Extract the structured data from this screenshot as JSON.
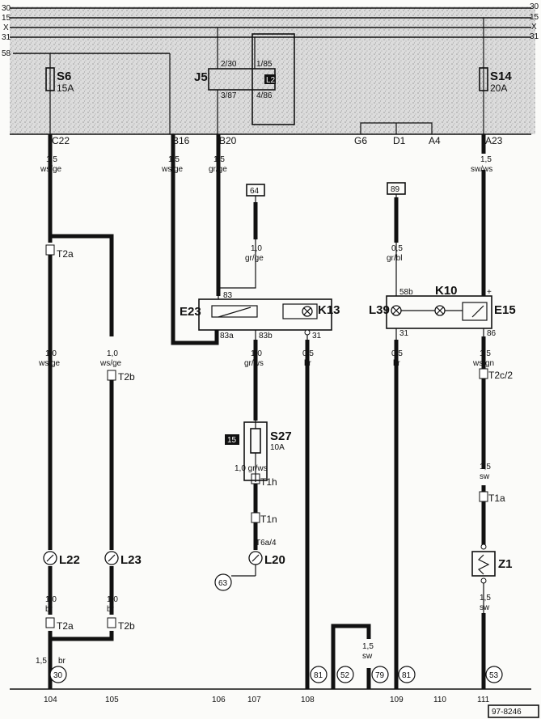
{
  "rails": [
    {
      "label": "30"
    },
    {
      "label": "15"
    },
    {
      "label": "X"
    },
    {
      "label": "31"
    },
    {
      "label": "58"
    }
  ],
  "fuses": {
    "s6": {
      "name": "S6",
      "rating": "15A"
    },
    "s14": {
      "name": "S14",
      "rating": "20A"
    },
    "s27": {
      "name": "S27",
      "rating": "10A",
      "ref": "15"
    }
  },
  "relay": {
    "name": "J5",
    "pins": [
      "2/30",
      "1/85",
      "3/87",
      "4/86"
    ],
    "tag": "L2"
  },
  "connectors": {
    "c22": "C22",
    "b16": "B16",
    "b20": "B20",
    "g6": "G6",
    "d1": "D1",
    "a4": "A4",
    "a23": "A23",
    "t2a": "T2a",
    "t2b": "T2b",
    "t2c2": "T2c/2",
    "t1h": "T1h",
    "t1n": "T1n",
    "t6a4": "T6a/4",
    "t1a": "T1a"
  },
  "wires": {
    "w1": "1,5",
    "w1c": "ws/ge",
    "w2": "1,5",
    "w2c": "ws/ge",
    "w3": "1,5",
    "w3c": "gr/ge",
    "w4": "1,5",
    "w4c": "sw/ws",
    "w5": "1,0",
    "w5c": "gr/ge",
    "w6": "0,5",
    "w6c": "gr/bl",
    "w7": "1,0",
    "w7c": "ws/ge",
    "w8": "1,0",
    "w8c": "ws/ge",
    "w9": "1,0",
    "w9c": "gr/ws",
    "w10": "0,5",
    "w10c": "br",
    "w11": "0,5",
    "w11c": "br",
    "w12": "1,5",
    "w12c": "ws/gn",
    "w13": "1,0 gr/ws",
    "w14": "1,5",
    "w14c": "sw",
    "w15": "1,0",
    "w15c": "br",
    "w16": "1,0",
    "w16c": "br",
    "w17": "1,5",
    "w17c": "sw",
    "w18": "1,5",
    "w18c": "br",
    "w19": "1,5",
    "w19c": "sw"
  },
  "refs": {
    "r64": "64",
    "r89": "89"
  },
  "components": {
    "e23": "E23",
    "k13": "K13",
    "l39": "L39",
    "k10": "K10",
    "e15": "E15",
    "l22": "L22",
    "l23": "L23",
    "l20": "L20",
    "z1": "Z1"
  },
  "pins": {
    "p83": "83",
    "p83a": "83a",
    "p83b": "83b",
    "p31a": "31",
    "p58b": "58b",
    "p31b": "31",
    "p86": "86",
    "plus": "+"
  },
  "ground_refs": [
    "30",
    "81",
    "52",
    "79",
    "81",
    "53",
    "63"
  ],
  "bottom_numbers": [
    "104",
    "105",
    "106",
    "107",
    "108",
    "109",
    "110",
    "111"
  ],
  "doc_id": "97-8246"
}
